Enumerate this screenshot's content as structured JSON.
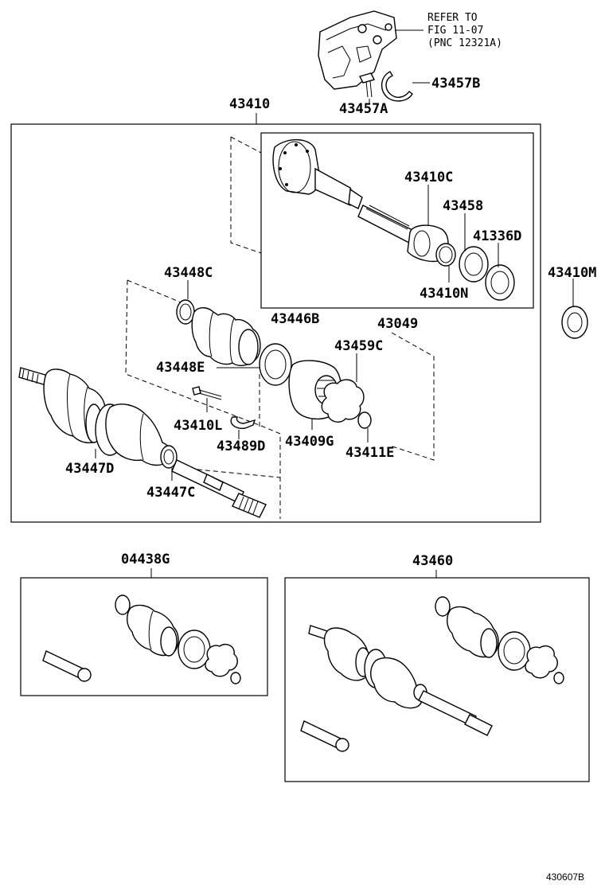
{
  "reference_note": {
    "line1": "REFER TO",
    "line2": "FIG 11-07",
    "line3": "(PNC 12321A)"
  },
  "labels": {
    "p43457B": "43457B",
    "p43457A": "43457A",
    "p43410": "43410",
    "p43410C": "43410C",
    "p43458": "43458",
    "p41336D": "41336D",
    "p43410N": "43410N",
    "p43410M": "43410M",
    "p43448C": "43448C",
    "p43446B": "43446B",
    "p43049": "43049",
    "p43459C": "43459C",
    "p43448E": "43448E",
    "p43410L": "43410L",
    "p43409G": "43409G",
    "p43489D": "43489D",
    "p43411E": "43411E",
    "p43447D": "43447D",
    "p43447C": "43447C",
    "p04438G": "04438G",
    "p43460": "43460"
  },
  "figure_code": "430607B"
}
